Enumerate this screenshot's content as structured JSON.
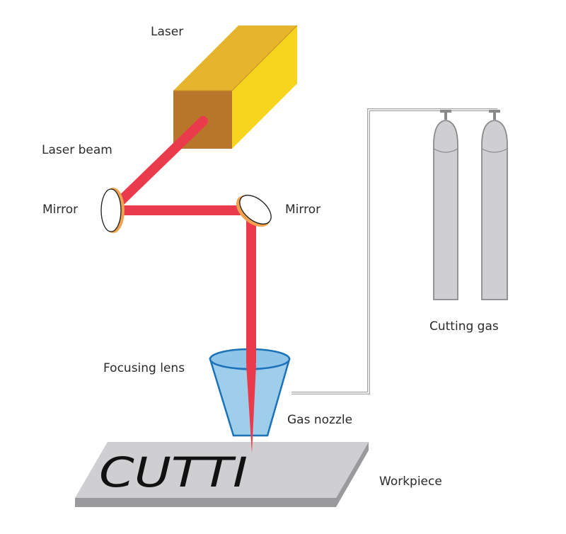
{
  "labels": {
    "laser": "Laser",
    "laser_beam": "Laser beam",
    "mirror_left": "Mirror",
    "mirror_right": "Mirror",
    "cutting_gas": "Cutting gas",
    "focusing_lens": "Focusing lens",
    "gas_nozzle": "Gas nozzle",
    "workpiece": "Workpiece",
    "workpiece_text": "CUTTI"
  },
  "colors": {
    "laser_front": "#b8762a",
    "laser_top": "#e7b52d",
    "laser_side": "#f7d51f",
    "beam": "#ea3b4c",
    "mirror_rim": "#f0a24e",
    "cylinder_fill": "#cfcfd1",
    "cylinder_stroke": "#8a8a8c",
    "pipe": "#a6a6a6",
    "nozzle_fill": "#8ec5e8",
    "nozzle_stroke": "#1c72b8",
    "workpiece_top": "#cfcfd1",
    "workpiece_side": "#9a9a9c"
  }
}
